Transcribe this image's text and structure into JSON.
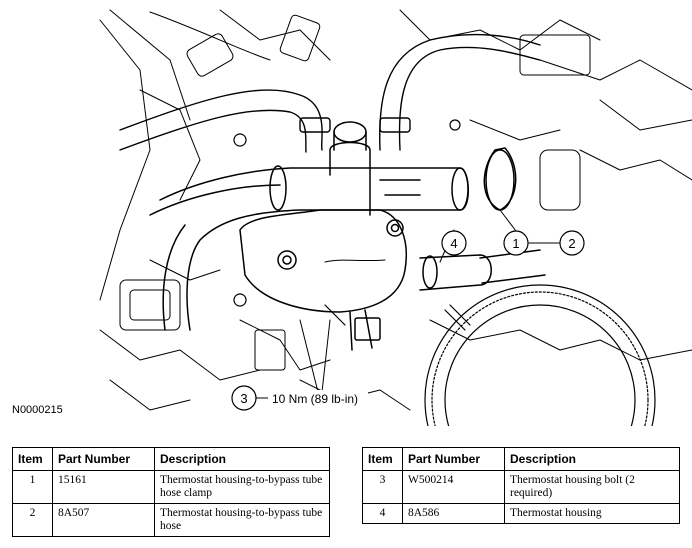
{
  "figure": {
    "id": "N0000215",
    "torque_spec": "10 Nm (89 lb-in)",
    "callouts": [
      "1",
      "2",
      "3",
      "4"
    ]
  },
  "tables": {
    "headers": {
      "item": "Item",
      "part_number": "Part Number",
      "description": "Description"
    },
    "left": [
      {
        "item": "1",
        "part_number": "15161",
        "description": "Thermostat housing-to-bypass tube hose clamp"
      },
      {
        "item": "2",
        "part_number": "8A507",
        "description": "Thermostat housing-to-bypass tube hose"
      }
    ],
    "right": [
      {
        "item": "3",
        "part_number": "W500214",
        "description": "Thermostat housing bolt (2 required)"
      },
      {
        "item": "4",
        "part_number": "8A586",
        "description": "Thermostat housing"
      }
    ]
  }
}
